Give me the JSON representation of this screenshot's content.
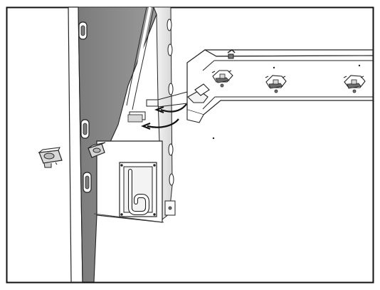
{
  "illustration": {
    "colors": {
      "background": "#ffffff",
      "frame": "#111111",
      "panel_fill": "#8f8f8f",
      "panel_dark": "#6f6f6f",
      "paper": "#ffffff",
      "line": "#222222",
      "light_line": "#444444",
      "shadow": "#bdbdbd"
    },
    "icons": [
      "frame-border",
      "side-panel",
      "bracket-arm",
      "rotation-arrow",
      "cam-lock",
      "mounting-tab",
      "hook-cutout"
    ]
  }
}
